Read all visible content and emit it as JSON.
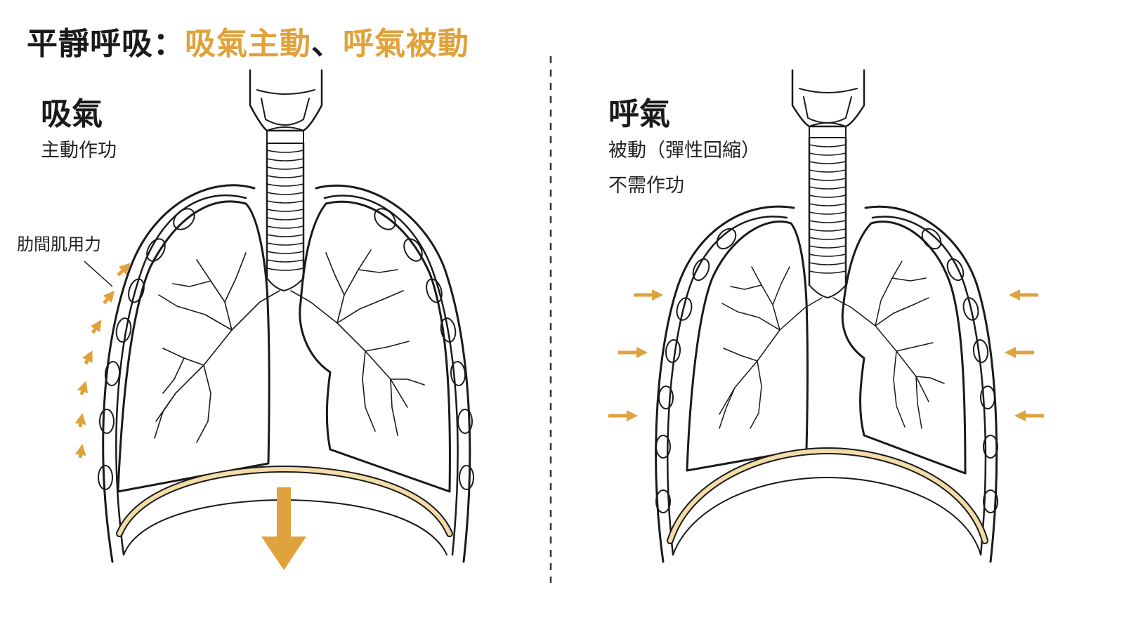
{
  "title": {
    "prefix": "平靜呼吸：",
    "inhale_active": "吸氣主動",
    "separator": "、",
    "exhale_passive": "呼氣被動"
  },
  "inhale_panel": {
    "heading": "吸氣",
    "subtitle": "主動作功",
    "callout": "肋間肌用力"
  },
  "exhale_panel": {
    "heading": "呼氣",
    "subtitle_1": "被動（彈性回縮）",
    "subtitle_2": "不需作功"
  },
  "colors": {
    "accent": "#e0a23c",
    "line": "#1a1a1a",
    "diaphragm": "#f3dca8"
  }
}
